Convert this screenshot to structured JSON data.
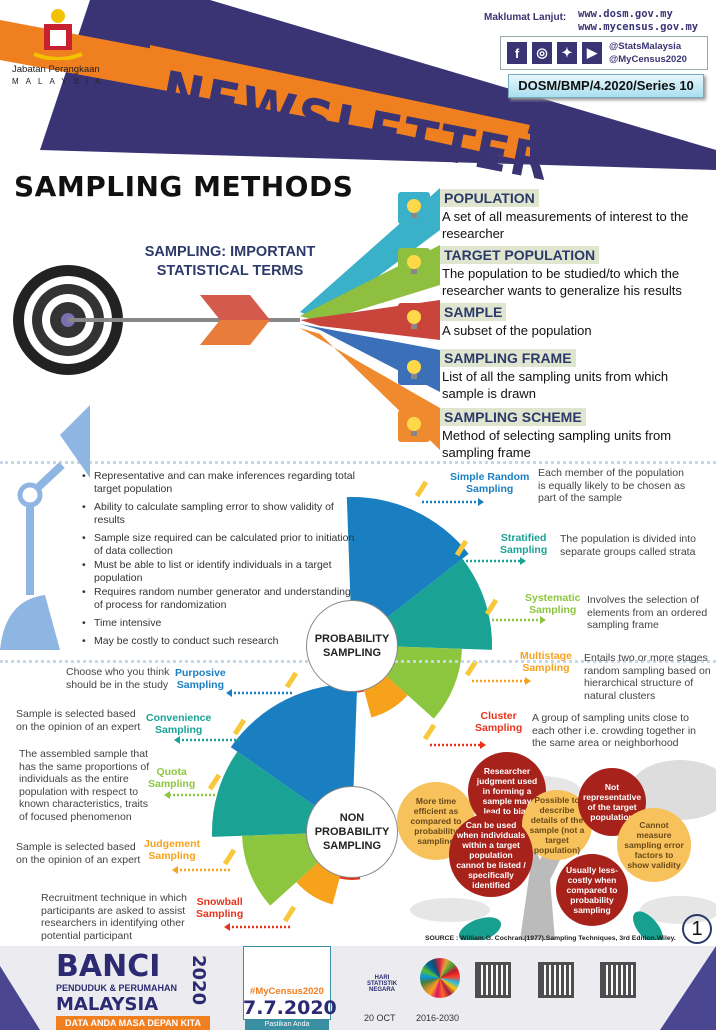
{
  "header": {
    "agency_line1": "Jabatan Perangkaan",
    "agency_line2": "MALAYSIA",
    "more_info_label": "Maklumat Lanjut:",
    "urls": [
      "www.dosm.gov.my",
      "www.mycensus.gov.my"
    ],
    "social_handles": [
      "@StatsMalaysia",
      "@MyCensus2020"
    ],
    "social_icons": [
      "facebook-icon",
      "instagram-icon",
      "twitter-icon",
      "youtube-icon"
    ],
    "series": "DOSM/BMP/4.2020/Series 10",
    "newsletter": "NEWSLETTER"
  },
  "title": "SAMPLING METHODS",
  "terms_heading": "SAMPLING: IMPORTANT STATISTICAL TERMS",
  "terms": [
    {
      "term": "POPULATION",
      "definition": "A set of all measurements of interest to the researcher",
      "color": "#3bb0c9"
    },
    {
      "term": "TARGET POPULATION",
      "definition": "The population to be studied/to which the researcher wants to generalize his results",
      "color": "#8fbf3f"
    },
    {
      "term": "SAMPLE",
      "definition": "A subset of the population",
      "color": "#c9443b"
    },
    {
      "term": "SAMPLING FRAME",
      "definition": "List of all the sampling units from which sample is drawn",
      "color": "#3b70b9"
    },
    {
      "term": "SAMPLING SCHEME",
      "definition": "Method of selecting sampling units from sampling frame",
      "color": "#f08a2f"
    }
  ],
  "probability": {
    "label_line1": "PROBABILITY",
    "label_line2": "SAMPLING",
    "characteristics": [
      "Representative and can make inferences regarding total target population",
      "Ability to calculate sampling error to show validity of results",
      "Sample size required can be calculated prior to initiation of data collection",
      "Must be able to list or identify individuals in a target population",
      "Requires random number generator and understanding of process for randomization",
      "Time intensive",
      "May be costly to conduct such research"
    ],
    "methods": [
      {
        "name_line1": "Simple Random",
        "name_line2": "Sampling",
        "description": "Each member of the population is equally likely to be chosen as part of the sample",
        "color": "#1a7fc1"
      },
      {
        "name_line1": "Stratified",
        "name_line2": "Sampling",
        "description": "The population is divided into separate groups called strata",
        "color": "#1aa394"
      },
      {
        "name_line1": "Systematic",
        "name_line2": "Sampling",
        "description": "Involves the selection of elements from an ordered sampling frame",
        "color": "#8cc63f"
      },
      {
        "name_line1": "Multistage",
        "name_line2": "Sampling",
        "description": "Entails two or more stages random sampling based on hierarchical structure of natural clusters",
        "color": "#f7a21b"
      },
      {
        "name_line1": "Cluster",
        "name_line2": "Sampling",
        "description": "A group of sampling units close to each other i.e. crowding together in the same area or neighborhood",
        "color": "#e8341c"
      }
    ]
  },
  "non_probability": {
    "label_line1": "NON",
    "label_line2": "PROBABILITY",
    "label_line3": "SAMPLING",
    "methods": [
      {
        "name_line1": "Purposive",
        "name_line2": "Sampling",
        "description": "Choose who you think should be in the study",
        "color": "#1a7fc1"
      },
      {
        "name_line1": "Convenience",
        "name_line2": "Sampling",
        "description": "Sample is selected based on the opinion of an expert",
        "color": "#1aa394"
      },
      {
        "name_line1": "Quota",
        "name_line2": "Sampling",
        "description": "The assembled sample that has the same proportions of individuals as the entire population with respect to known characteristics, traits of focused phenomenon",
        "color": "#8cc63f"
      },
      {
        "name_line1": "Judgement",
        "name_line2": "Sampling",
        "description": "Sample is selected based on the opinion of an expert",
        "color": "#f7a21b"
      },
      {
        "name_line1": "Snowball",
        "name_line2": "Sampling",
        "description": "Recruitment technique in which participants are asked to assist researchers in identifying other potential participant",
        "color": "#e8341c"
      }
    ],
    "tree_points": [
      "Researcher judgment used in forming a sample may lead to bias",
      "More time efficient as compared to probability sampling",
      "Can be used when individuals within a target population cannot be listed / specifically identified",
      "Possible to describe details of the sample (not a target population)",
      "Not representative of the target population",
      "Cannot measure sampling error factors to show validity",
      "Usually less-costly when compared to probability sampling"
    ]
  },
  "source": "SOURCE : William G. Cochran.(1977).Sampling Techniques, 3rd Edition.Wiley.",
  "page_number": "1",
  "footer": {
    "banci": "BANCI",
    "banci_sub": "PENDUDUK & PERUMAHAN",
    "banci_country": "MALAYSIA",
    "banci_year": "2020",
    "tagline": "DATA ANDA MASA DEPAN KITA",
    "hashtag": "#MyCensus2020",
    "census_date": "7.7.2020",
    "pastikan": "Pastikan Anda",
    "hari_statistik": "HARI STATISTIK NEGARA",
    "stat_day": "20 OCT",
    "sdg_years": "2016-2030"
  }
}
